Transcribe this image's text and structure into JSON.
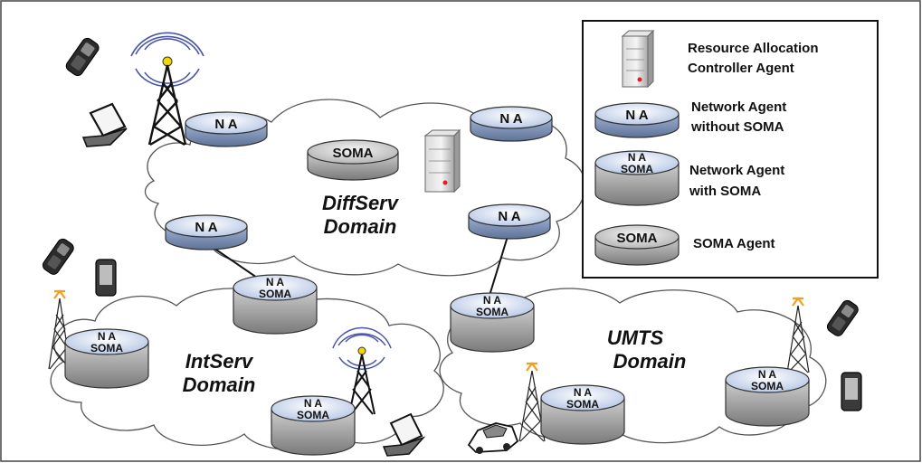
{
  "domains": {
    "diffserv": [
      "DiffServ",
      "Domain"
    ],
    "intserv": [
      "IntServ",
      "Domain"
    ],
    "umts": [
      "UMTS",
      "Domain"
    ]
  },
  "agents": {
    "na": "N A",
    "soma": "SOMA"
  },
  "legend": {
    "items": [
      {
        "icon": "server-icon",
        "lines": [
          "Resource Allocation",
          "Controller Agent"
        ]
      },
      {
        "icon": "network-agent-icon",
        "lines": [
          "Network Agent",
          "without SOMA"
        ]
      },
      {
        "icon": "network-agent-soma-icon",
        "lines": [
          "Network Agent",
          "with SOMA"
        ]
      },
      {
        "icon": "soma-agent-icon",
        "lines": [
          "SOMA Agent"
        ]
      }
    ]
  },
  "colors": {
    "cloud_stroke": "#555555",
    "na_disk_top": "#dde6f6",
    "na_disk_side": "#8fa3c8",
    "soma_disk_top": "#c8c8c8",
    "soma_disk_side": "#9a9a9a",
    "radio_wave": "#4b55a8",
    "antenna_tip": "#f0a020"
  }
}
